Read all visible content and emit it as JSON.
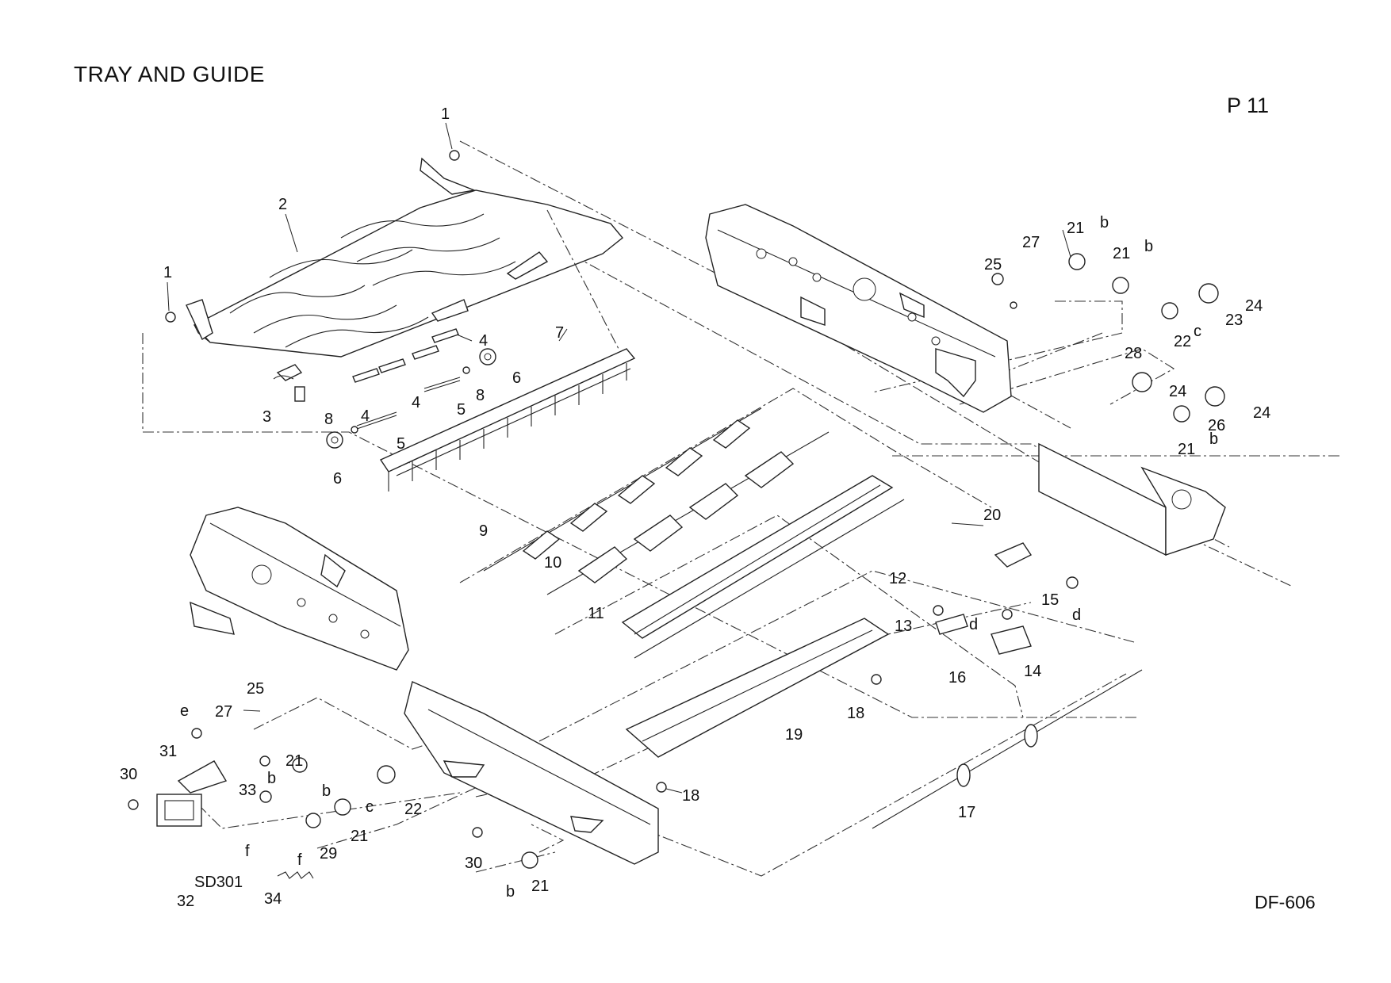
{
  "header": {
    "title": "TRAY AND GUIDE",
    "page": "P 11"
  },
  "footer": {
    "model": "DF-606"
  },
  "callouts": [
    {
      "text": "1"
    },
    {
      "text": "1"
    },
    {
      "text": "2"
    },
    {
      "text": "3"
    },
    {
      "text": "4"
    },
    {
      "text": "4"
    },
    {
      "text": "4"
    },
    {
      "text": "5"
    },
    {
      "text": "5"
    },
    {
      "text": "6"
    },
    {
      "text": "6"
    },
    {
      "text": "7"
    },
    {
      "text": "8"
    },
    {
      "text": "8"
    },
    {
      "text": "9"
    },
    {
      "text": "10"
    },
    {
      "text": "11"
    },
    {
      "text": "12"
    },
    {
      "text": "13"
    },
    {
      "text": "14"
    },
    {
      "text": "15"
    },
    {
      "text": "16"
    },
    {
      "text": "17"
    },
    {
      "text": "18"
    },
    {
      "text": "18"
    },
    {
      "text": "19"
    },
    {
      "text": "20"
    },
    {
      "text": "21"
    },
    {
      "text": "21"
    },
    {
      "text": "21"
    },
    {
      "text": "21"
    },
    {
      "text": "21"
    },
    {
      "text": "21"
    },
    {
      "text": "22"
    },
    {
      "text": "22"
    },
    {
      "text": "23"
    },
    {
      "text": "24"
    },
    {
      "text": "24"
    },
    {
      "text": "24"
    },
    {
      "text": "25"
    },
    {
      "text": "25"
    },
    {
      "text": "26"
    },
    {
      "text": "27"
    },
    {
      "text": "27"
    },
    {
      "text": "28"
    },
    {
      "text": "29"
    },
    {
      "text": "30"
    },
    {
      "text": "30"
    },
    {
      "text": "31"
    },
    {
      "text": "32"
    },
    {
      "text": "33"
    },
    {
      "text": "34"
    },
    {
      "text": "SD301"
    },
    {
      "text": "b"
    },
    {
      "text": "b"
    },
    {
      "text": "b"
    },
    {
      "text": "b"
    },
    {
      "text": "b"
    },
    {
      "text": "b"
    },
    {
      "text": "c"
    },
    {
      "text": "c"
    },
    {
      "text": "d"
    },
    {
      "text": "d"
    },
    {
      "text": "e"
    },
    {
      "text": "f"
    },
    {
      "text": "f"
    }
  ]
}
